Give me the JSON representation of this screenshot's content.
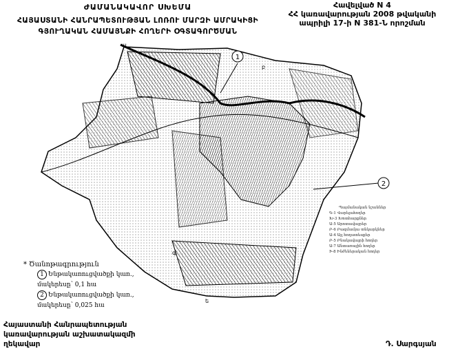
{
  "header": {
    "title": "ԺԱՄԱՆԱԿԱՎՈՐ ՍԽԵՄԱ",
    "subtitle_line1": "ՀԱՅԱՍՏԱՆԻ ՀԱՆՐԱՊԵՏՈՒԹՅԱՆ ԼՈՌՈՒ ՄԱՐԶԻ ԱՄՐԱԿԻՑԻ",
    "subtitle_line2": "ԳՅՈՒՂԱԿԱՆ ՀԱՄԱՅՆՔԻ ՀՈՂԵՐԻ ՕԳՏԱԳՈՐԾՄԱՆ"
  },
  "appendix": {
    "line1": "Հավելված N 4",
    "line2": "ՀՀ կառավարության 2008 թվականի",
    "line3": "ապրիլի 17-ի N 381-Ն որոշման"
  },
  "legend": {
    "heading": "* Ծանոթագրություն",
    "items": [
      {
        "marker": "1",
        "line1": "Ենթակառուցվածքի կառ.,",
        "line2": "մակերեսը՝ 0,1   հա"
      },
      {
        "marker": "2",
        "line1": "Ենթակառուցվածքի կառ.,",
        "line2": "մակերեսը՝ 0,025  հա"
      }
    ]
  },
  "map": {
    "markers": [
      "1",
      "2"
    ],
    "letters": [
      "ա",
      "բ",
      "գ",
      "ե"
    ],
    "key": [
      "Պայմանական նշաններ",
      "Գ-1 Վարելահողեր",
      "Խ-3 Խոտհարքներ",
      "Ա-5 Արոտավայրեր",
      "Բ-6 Բազմամյա տնկարկներ",
      "Ա-4 Այլ հողատեսքեր",
      "Բ-5 Բնակավայրի հողեր",
      "Ա-7 Անտառային հողեր",
      "Ի-8 Ինժեներական հողեր"
    ]
  },
  "signature": {
    "line1": "Հայաստանի Հանրապետության",
    "line2": "կառավարության աշխատակազմի",
    "line3": "ղեկավար",
    "name": "Դ. Սարգսյան"
  }
}
